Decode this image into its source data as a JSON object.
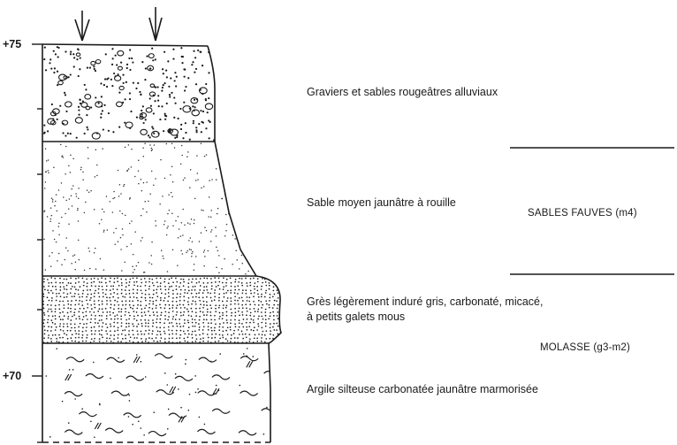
{
  "elevations": [
    "+75",
    "+70"
  ],
  "layers": [
    {
      "id": "graviers",
      "description": "Graviers et sables rougeâtres alluviaux"
    },
    {
      "id": "sable",
      "description": "Sable moyen jaunâtre à rouille"
    },
    {
      "id": "gres",
      "description_line1": "Grès légèrement induré gris, carbonaté, micacé,",
      "description_line2": "à petits galets mous"
    },
    {
      "id": "argile",
      "description": "Argile silteuse carbonatée jaunâtre marmorisée"
    }
  ],
  "units": [
    {
      "id": "sables-fauves",
      "label": "SABLES FAUVES (m4)"
    },
    {
      "id": "molasse",
      "label": "MOLASSE (g3-m2)"
    }
  ]
}
